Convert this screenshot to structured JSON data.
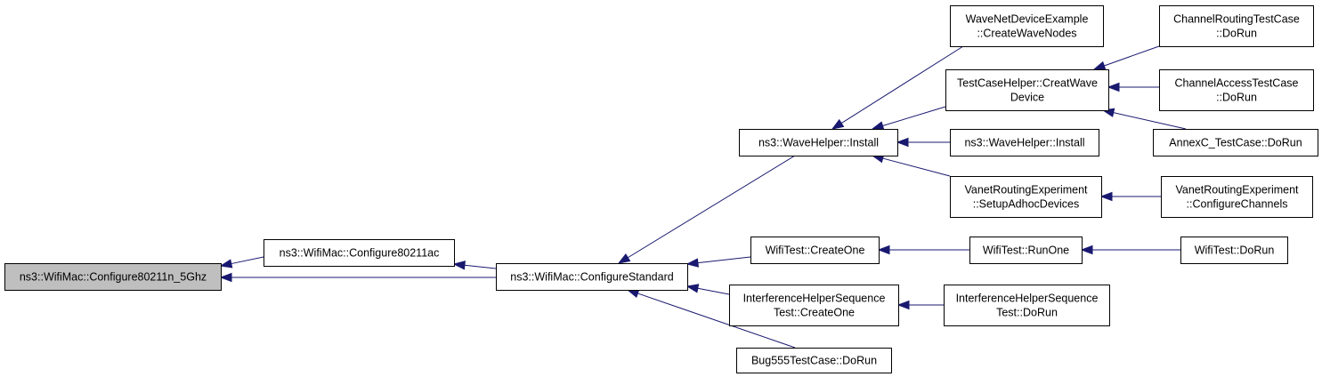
{
  "colors": {
    "edge": "#191970",
    "node_fill": "#ffffff",
    "root_fill": "#bfbfbf",
    "border": "#000000"
  },
  "nodes": {
    "configure80211n5ghz": {
      "lines": [
        "ns3::WifiMac::Configure80211n_5Ghz"
      ],
      "highlighted": true
    },
    "configure80211ac": {
      "lines": [
        "ns3::WifiMac::Configure80211ac"
      ]
    },
    "configurestandard": {
      "lines": [
        "ns3::WifiMac::ConfigureStandard"
      ]
    },
    "wavehelper_install": {
      "lines": [
        "ns3::WaveHelper::Install"
      ]
    },
    "wifitest_createone": {
      "lines": [
        "WifiTest::CreateOne"
      ]
    },
    "interference_createone": {
      "lines": [
        "InterferenceHelperSequence",
        "Test::CreateOne"
      ]
    },
    "bug555_dorun": {
      "lines": [
        "Bug555TestCase::DoRun"
      ]
    },
    "wavenetdevice_createwavenodes": {
      "lines": [
        "WaveNetDeviceExample",
        "::CreateWaveNodes"
      ]
    },
    "testcasehelper_creatwavedevice": {
      "lines": [
        "TestCaseHelper::CreatWave",
        "Device"
      ]
    },
    "wavehelper_install2": {
      "lines": [
        "ns3::WaveHelper::Install"
      ]
    },
    "vanet_setupadhoc": {
      "lines": [
        "VanetRoutingExperiment",
        "::SetupAdhocDevices"
      ]
    },
    "wifitest_runone": {
      "lines": [
        "WifiTest::RunOne"
      ]
    },
    "interference_dorun": {
      "lines": [
        "InterferenceHelperSequence",
        "Test::DoRun"
      ]
    },
    "channelrouting_dorun": {
      "lines": [
        "ChannelRoutingTestCase",
        "::DoRun"
      ]
    },
    "channelaccess_dorun": {
      "lines": [
        "ChannelAccessTestCase",
        "::DoRun"
      ]
    },
    "annexc_dorun": {
      "lines": [
        "AnnexC_TestCase::DoRun"
      ]
    },
    "vanet_configurechannels": {
      "lines": [
        "VanetRoutingExperiment",
        "::ConfigureChannels"
      ]
    },
    "wifitest_dorun": {
      "lines": [
        "WifiTest::DoRun"
      ]
    }
  },
  "edges": [
    {
      "from": "configure80211ac",
      "to": "configure80211n5ghz"
    },
    {
      "from": "configurestandard",
      "to": "configure80211n5ghz"
    },
    {
      "from": "configurestandard",
      "to": "configure80211ac"
    },
    {
      "from": "wavehelper_install",
      "to": "configurestandard"
    },
    {
      "from": "wifitest_createone",
      "to": "configurestandard"
    },
    {
      "from": "interference_createone",
      "to": "configurestandard"
    },
    {
      "from": "bug555_dorun",
      "to": "configurestandard"
    },
    {
      "from": "wavenetdevice_createwavenodes",
      "to": "wavehelper_install"
    },
    {
      "from": "testcasehelper_creatwavedevice",
      "to": "wavehelper_install"
    },
    {
      "from": "wavehelper_install2",
      "to": "wavehelper_install"
    },
    {
      "from": "vanet_setupadhoc",
      "to": "wavehelper_install"
    },
    {
      "from": "channelrouting_dorun",
      "to": "testcasehelper_creatwavedevice"
    },
    {
      "from": "channelaccess_dorun",
      "to": "testcasehelper_creatwavedevice"
    },
    {
      "from": "annexc_dorun",
      "to": "testcasehelper_creatwavedevice"
    },
    {
      "from": "vanet_configurechannels",
      "to": "vanet_setupadhoc"
    },
    {
      "from": "wifitest_runone",
      "to": "wifitest_createone"
    },
    {
      "from": "wifitest_dorun",
      "to": "wifitest_runone"
    },
    {
      "from": "interference_dorun",
      "to": "interference_createone"
    }
  ]
}
